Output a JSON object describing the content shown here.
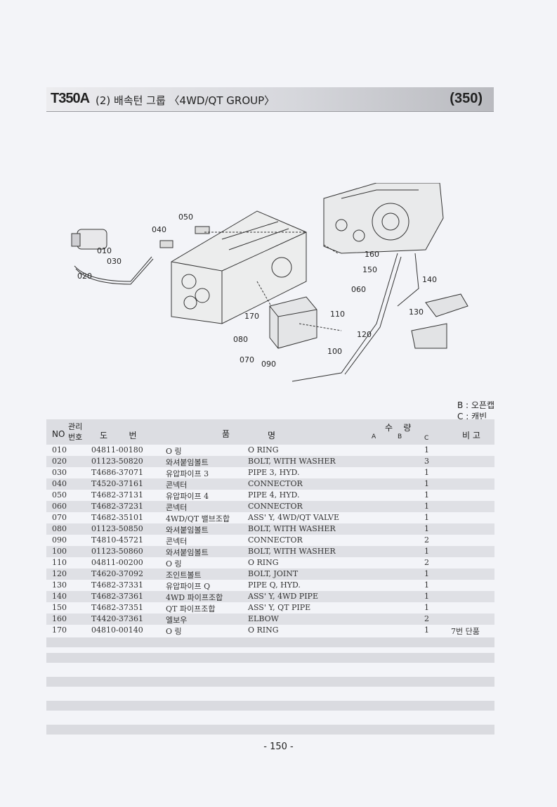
{
  "header": {
    "model": "T350A",
    "title": "(2) 배속턴 그룹 〈4WD/QT GROUP〉",
    "page_ref": "(350)"
  },
  "diagram": {
    "callouts": [
      "050",
      "040",
      "010",
      "030",
      "020",
      "160",
      "150",
      "140",
      "060",
      "170",
      "110",
      "130",
      "080",
      "120",
      "100",
      "070",
      "090"
    ]
  },
  "legend": {
    "b": "B : 오픈캡",
    "c": "C : 캐빈"
  },
  "table": {
    "headers": {
      "no": "NO",
      "mgmt": "관리\n번호",
      "mgmt_top": "관리",
      "mgmt_bottom": "번호",
      "code": "도        번",
      "name_left": "품",
      "name_right": "명",
      "qty": "수    량",
      "a": "A",
      "b": "B",
      "c": "C",
      "remark": "비 고"
    },
    "rows": [
      {
        "no": "010",
        "code": "04811-00180",
        "kr": "O 링",
        "en": "O RING",
        "qty": "1",
        "remark": ""
      },
      {
        "no": "020",
        "code": "01123-50820",
        "kr": "와셔붙임볼트",
        "en": "BOLT, WITH WASHER",
        "qty": "3",
        "remark": ""
      },
      {
        "no": "030",
        "code": "T4686-37071",
        "kr": "유압파이프 3",
        "en": "PIPE 3, HYD.",
        "qty": "1",
        "remark": ""
      },
      {
        "no": "040",
        "code": "T4520-37161",
        "kr": "콘넥터",
        "en": "CONNECTOR",
        "qty": "1",
        "remark": ""
      },
      {
        "no": "050",
        "code": "T4682-37131",
        "kr": "유압파이프 4",
        "en": "PIPE 4, HYD.",
        "qty": "1",
        "remark": ""
      },
      {
        "no": "060",
        "code": "T4682-37231",
        "kr": "콘넥터",
        "en": "CONNECTOR",
        "qty": "1",
        "remark": ""
      },
      {
        "no": "070",
        "code": "T4682-35101",
        "kr": "4WD/QT 밸브조합",
        "en": "ASS' Y, 4WD/QT VALVE",
        "qty": "1",
        "remark": ""
      },
      {
        "no": "080",
        "code": "01123-50850",
        "kr": "와셔붙임볼트",
        "en": "BOLT, WITH WASHER",
        "qty": "1",
        "remark": ""
      },
      {
        "no": "090",
        "code": "T4810-45721",
        "kr": "콘넥터",
        "en": "CONNECTOR",
        "qty": "2",
        "remark": ""
      },
      {
        "no": "100",
        "code": "01123-50860",
        "kr": "와셔붙임볼트",
        "en": "BOLT, WITH WASHER",
        "qty": "1",
        "remark": ""
      },
      {
        "no": "110",
        "code": "04811-00200",
        "kr": "O 링",
        "en": "O RING",
        "qty": "2",
        "remark": ""
      },
      {
        "no": "120",
        "code": "T4620-37092",
        "kr": "조인트볼트",
        "en": "BOLT, JOINT",
        "qty": "1",
        "remark": ""
      },
      {
        "no": "130",
        "code": "T4682-37331",
        "kr": "유압파이프 Q",
        "en": "PIPE Q, HYD.",
        "qty": "1",
        "remark": ""
      },
      {
        "no": "140",
        "code": "T4682-37361",
        "kr": "4WD 파이프조합",
        "en": "ASS' Y, 4WD PIPE",
        "qty": "1",
        "remark": ""
      },
      {
        "no": "150",
        "code": "T4682-37351",
        "kr": "QT 파이프조합",
        "en": "ASS' Y, QT PIPE",
        "qty": "1",
        "remark": ""
      },
      {
        "no": "160",
        "code": "T4420-37361",
        "kr": "엘보우",
        "en": "ELBOW",
        "qty": "2",
        "remark": ""
      },
      {
        "no": "170",
        "code": "04810-00140",
        "kr": "O 링",
        "en": "O RING",
        "qty": "1",
        "remark": "7번 단품"
      }
    ]
  },
  "footer": {
    "page_number": "- 150 -"
  }
}
